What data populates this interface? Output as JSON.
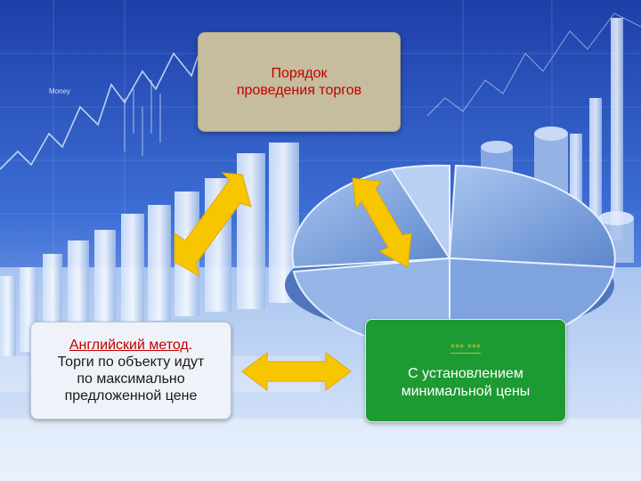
{
  "top_box": {
    "text_line1": "Порядок",
    "text_line2": "проведения торгов"
  },
  "left_box": {
    "title": "Английский метод",
    "title_suffix": ".",
    "body_line1": "Торги по объекту идут",
    "body_line2": "по максимально",
    "body_line3": "предложенной цене"
  },
  "right_box": {
    "title": "*** ***",
    "body_line1": "С установлением",
    "body_line2": "минимальной цены"
  },
  "background": {
    "watermark_money": "Money"
  },
  "colors": {
    "accent_red": "#c00000",
    "arrow_yellow": "#f7c600",
    "green_box": "#1e9a33",
    "beige_box": "#c5bd9d"
  }
}
